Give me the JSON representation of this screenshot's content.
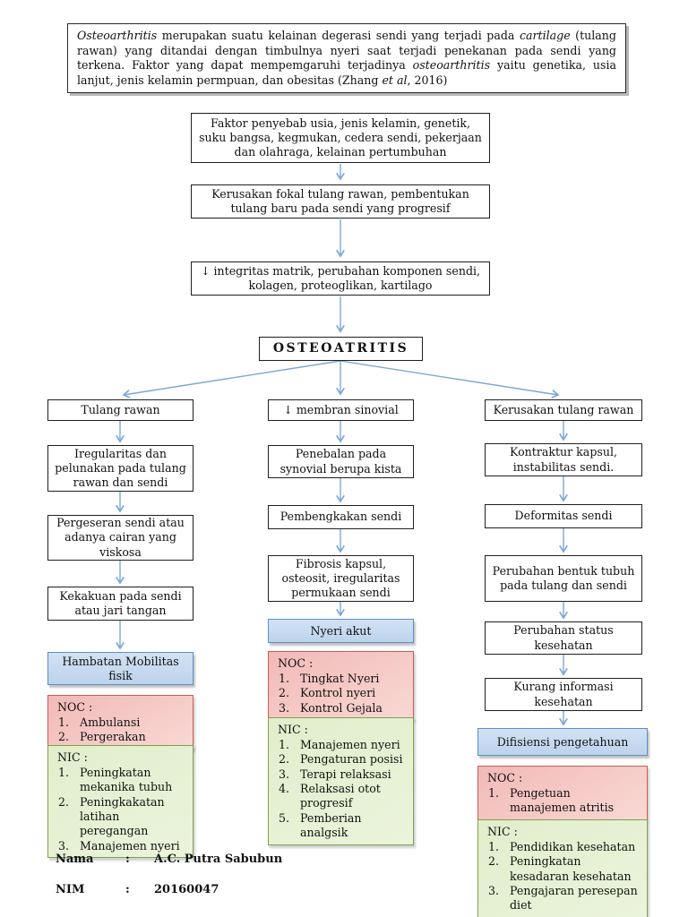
{
  "colors": {
    "arrow": "#7da7d9",
    "box_border": "#1f1f1f",
    "diagnosis_fill": "#c4d8ef",
    "diagnosis_border": "#5c8fc6",
    "noc_fill": "#f5c8c5",
    "noc_border": "#cd5a55",
    "nic_fill": "#e6f1d3",
    "nic_border": "#7fa050"
  },
  "intro": {
    "runs": [
      {
        "t": "Osteoarthritis",
        "i": true
      },
      {
        "t": " merupakan suatu kelainan degerasi sendi yang terjadi pada ",
        "i": false
      },
      {
        "t": "cartilage",
        "i": true
      },
      {
        "t": " (tulang rawan) yang ditandai dengan timbulnya nyeri saat terjadi penekanan pada sendi yang terkena. Faktor yang dapat mempemgaruhi terjadinya ",
        "i": false
      },
      {
        "t": "osteoarthritis",
        "i": true
      },
      {
        "t": " yaitu genetika, usia lanjut, jenis kelamin permpuan, dan obesitas (Zhang ",
        "i": false
      },
      {
        "t": "et al",
        "i": true
      },
      {
        "t": ", 2016)",
        "i": false
      }
    ]
  },
  "flow": {
    "box1": "Faktor penyebab usia, jenis kelamin, genetik, suku bangsa, kegmukan, cedera sendi, pekerjaan dan olahraga, kelainan pertumbuhan",
    "box2": "Kerusakan fokal tulang rawan, pembentukan tulang baru pada sendi yang progresif",
    "box3": "↓ integritas matrik, perubahan komponen sendi, kolagen, proteoglikan, kartilago",
    "diagnosis": "OSTEOATRITIS"
  },
  "branches": {
    "left": {
      "header": "Tulang rawan",
      "steps": [
        "Iregularitas dan pelunakan pada tulang rawan dan sendi",
        "Pergeseran sendi atau adanya cairan yang viskosa",
        "Kekakuan pada sendi atau jari tangan"
      ],
      "diagnosis": "Hambatan Mobilitas fisik",
      "noc": {
        "title": "NOC :",
        "items": [
          "Ambulansi",
          "Pergerakan"
        ]
      },
      "nic": {
        "title": "NIC :",
        "items": [
          "Peningkatan mekanika tubuh",
          "Peningkakatan latihan peregangan",
          "Manajemen nyeri"
        ]
      }
    },
    "middle": {
      "header": "↓ membran sinovial",
      "steps": [
        "Penebalan pada synovial berupa kista",
        "Pembengkakan sendi",
        "Fibrosis kapsul, osteosit, iregularitas permukaan sendi"
      ],
      "diagnosis": "Nyeri akut",
      "noc": {
        "title": "NOC :",
        "items": [
          "Tingkat Nyeri",
          "Kontrol nyeri",
          "Kontrol Gejala"
        ]
      },
      "nic": {
        "title": "NIC :",
        "items": [
          "Manajemen nyeri",
          "Pengaturan posisi",
          "Terapi relaksasi",
          "Relaksasi otot progresif",
          "Pemberian analgsik"
        ]
      }
    },
    "right": {
      "header": "Kerusakan tulang rawan",
      "steps": [
        "Kontraktur kapsul, instabilitas sendi.",
        "Deformitas sendi",
        "Perubahan bentuk tubuh pada tulang dan sendi",
        "Perubahan status kesehatan",
        "Kurang informasi kesehatan"
      ],
      "diagnosis": "Difisiensi pengetahuan",
      "noc": {
        "title": "NOC :",
        "items": [
          "Pengetuan manajemen atritis"
        ]
      },
      "nic": {
        "title": "NIC :",
        "items": [
          "Pendidikan kesehatan",
          "Peningkatan kesadaran kesehatan",
          "Pengajaran peresepan diet"
        ]
      }
    }
  },
  "footer": {
    "nama_label": "Nama",
    "nama_sep": ":",
    "nama_value": "A.C. Putra Sabubun",
    "nim_label": "NIM",
    "nim_sep": ":",
    "nim_value": "20160047"
  }
}
